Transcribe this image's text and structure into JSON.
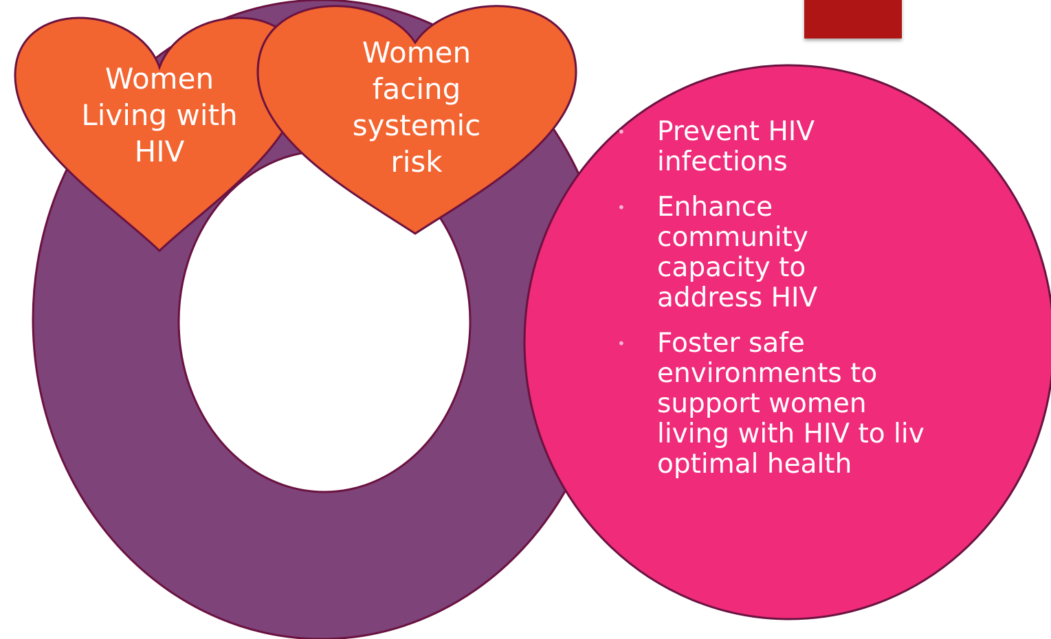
{
  "colors": {
    "ring": "#7e4379",
    "ring_outline": "#6a1240",
    "heart": "#f26430",
    "circle": "#ef2b7a",
    "tab": "#b01515",
    "text": "#ffffff"
  },
  "hearts": [
    {
      "lines": [
        "Women",
        "Living with",
        "HIV"
      ]
    },
    {
      "lines": [
        "Women",
        "facing",
        "systemic",
        "risk"
      ]
    }
  ],
  "goals": [
    {
      "lines": [
        "Prevent HIV",
        "infections"
      ]
    },
    {
      "lines": [
        "Enhance",
        "community",
        "capacity to",
        "address HIV"
      ]
    },
    {
      "lines": [
        "Foster safe",
        "environments to",
        "support women",
        "living with HIV to liv",
        "optimal health"
      ]
    }
  ],
  "bullet_glyph": "•"
}
